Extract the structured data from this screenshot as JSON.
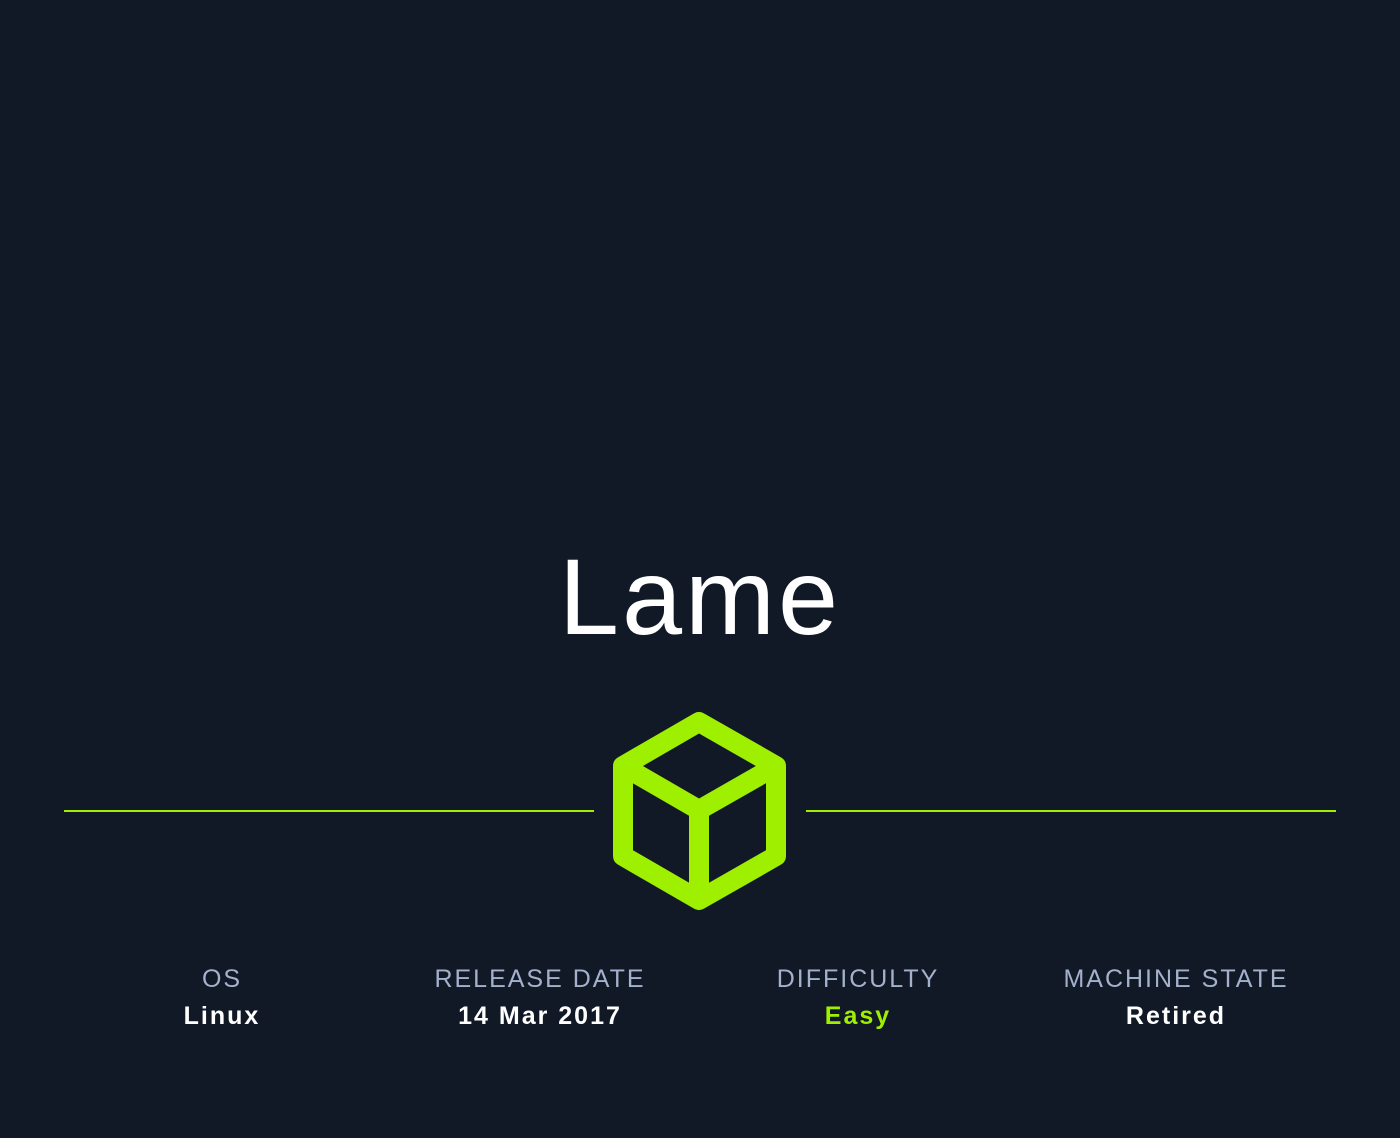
{
  "machine": {
    "name": "Lame",
    "logo_icon": "cube-icon",
    "accent_color": "#9fef00",
    "background_color": "#111927"
  },
  "stats": [
    {
      "label": "OS",
      "value": "Linux"
    },
    {
      "label": "RELEASE DATE",
      "value": "14 Mar 2017"
    },
    {
      "label": "DIFFICULTY",
      "value": "Easy"
    },
    {
      "label": "MACHINE STATE",
      "value": "Retired"
    }
  ]
}
